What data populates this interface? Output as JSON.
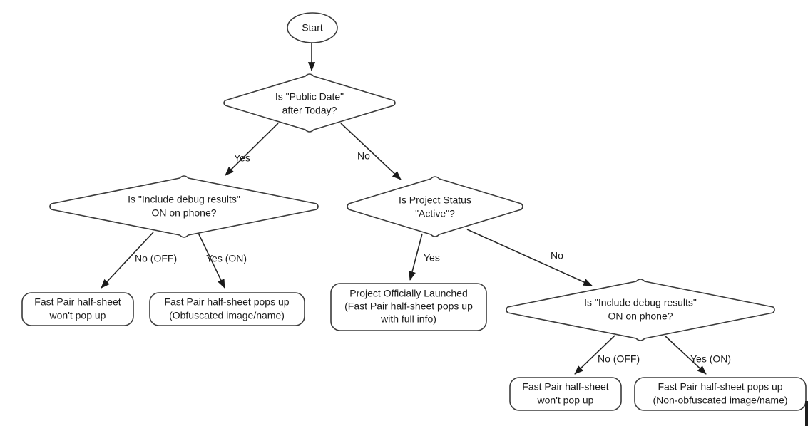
{
  "diagram": {
    "title": "Fast Pair Half-Sheet Decision Flowchart",
    "background_color": "#ffffff",
    "node_stroke_color": "#3b3b3b",
    "edge_stroke_color": "#262626",
    "text_color": "#1a1a1a"
  },
  "nodes": {
    "start": {
      "type": "terminator-ellipse",
      "label": "Start"
    },
    "public_date": {
      "type": "decision-diamond",
      "line1": "Is \"Public Date\"",
      "line2": "after Today?"
    },
    "debug_left": {
      "type": "decision-diamond",
      "line1": "Is \"Include debug results\"",
      "line2": "ON on phone?"
    },
    "project_status": {
      "type": "decision-diamond",
      "line1": "Is Project Status",
      "line2": "\"Active\"?"
    },
    "debug_right": {
      "type": "decision-diamond",
      "line1": "Is \"Include debug results\"",
      "line2": "ON on phone?"
    },
    "left_no_result": {
      "type": "rounded-rect",
      "line1": "Fast Pair half-sheet",
      "line2": "won't pop up"
    },
    "left_yes_result": {
      "type": "rounded-rect",
      "line1": "Fast Pair half-sheet pops up",
      "line2": "(Obfuscated image/name)"
    },
    "launched_result": {
      "type": "rounded-rect",
      "line1": "Project Officially Launched",
      "line2": "(Fast Pair half-sheet pops up",
      "line3": "with full info)"
    },
    "right_no_result": {
      "type": "rounded-rect",
      "line1": "Fast Pair half-sheet",
      "line2": "won't pop up"
    },
    "right_yes_result": {
      "type": "rounded-rect",
      "line1": "Fast Pair half-sheet pops up",
      "line2": "(Non-obfuscated image/name)"
    }
  },
  "edge_labels": {
    "public_date_yes": "Yes",
    "public_date_no": "No",
    "debug_left_no": "No (OFF)",
    "debug_left_yes": "Yes (ON)",
    "project_status_yes": "Yes",
    "project_status_no": "No",
    "debug_right_no": "No (OFF)",
    "debug_right_yes": "Yes (ON)"
  }
}
